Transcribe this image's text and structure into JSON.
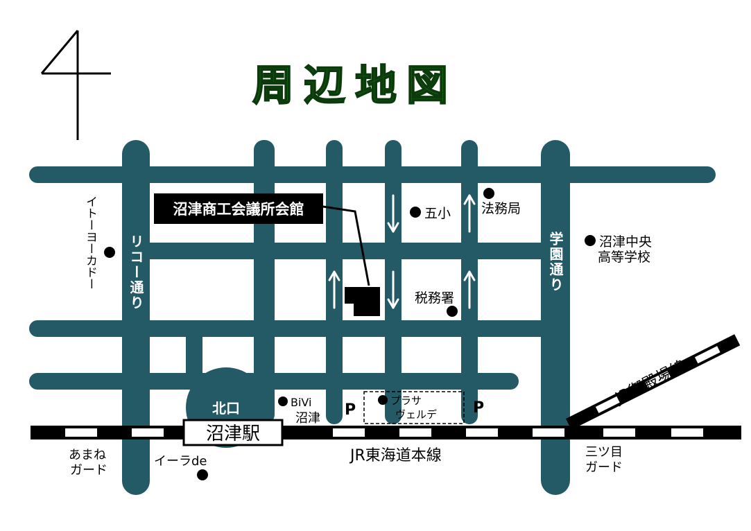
{
  "title": "周辺地図",
  "colors": {
    "road": "#245a66",
    "title_fill": "#1d6b1d",
    "title_stroke": "#0b3a0b",
    "marker": "#000000",
    "rail_dark": "#000000",
    "rail_light": "#ffffff"
  },
  "icons": {
    "north": "north-arrow-icon",
    "poi": "dot-marker-icon",
    "one_way": "one-way-arrow-icon"
  },
  "roads": {
    "ricoh": "リコー通り",
    "gakuen": "学園通り"
  },
  "destination": {
    "label": "沼津商工会議所会館"
  },
  "station": {
    "name": "沼津駅",
    "north_exit": "北口"
  },
  "rail": {
    "tokaido": "JR東海道本線",
    "gotemba": "JR御殿場線"
  },
  "landmarks": {
    "ito_yokado": "イトーヨーカドー",
    "goshou": "五小",
    "houmukyoku": "法務局",
    "zeimusho": "税務署",
    "numazu_chuo_1": "沼津中央",
    "numazu_chuo_2": "高等学校",
    "bivi_1": "BiVi",
    "bivi_2": "沼津",
    "plaza_1": "プラサ",
    "plaza_2": "ヴェルデ",
    "parking": "P",
    "ira_de": "イーラde",
    "amane_1": "あまね",
    "amane_2": "ガード",
    "mitsume_1": "三ツ目",
    "mitsume_2": "ガード"
  }
}
